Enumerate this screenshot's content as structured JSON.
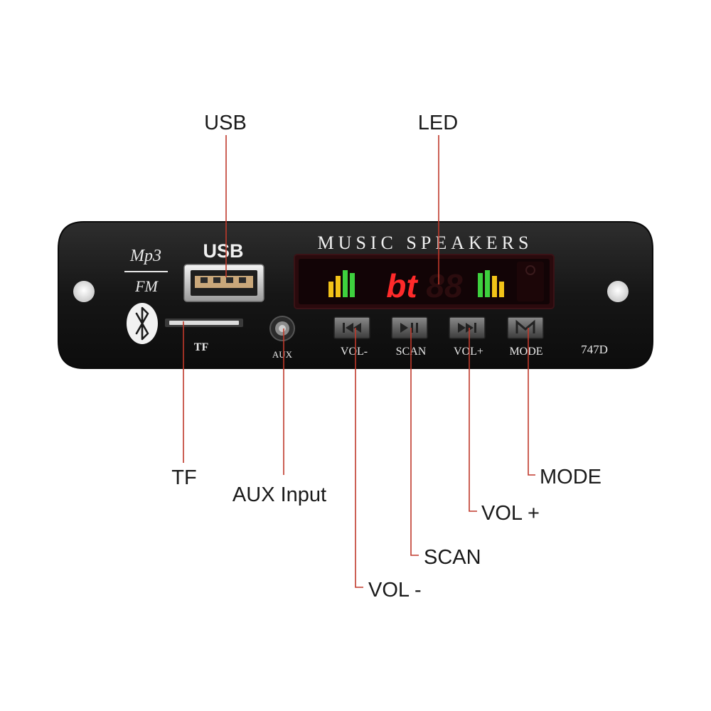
{
  "panel": {
    "brand": "MUSIC SPEAKERS",
    "logo_top": "Mp3",
    "logo_bottom": "FM",
    "usb_label": "USB",
    "tf_label": "TF",
    "aux_label": "AUX",
    "model": "747D",
    "display_text": "bt",
    "buttons": [
      {
        "label": "VOL-",
        "icon": "prev-icon"
      },
      {
        "label": "SCAN",
        "icon": "play-pause-icon"
      },
      {
        "label": "VOL+",
        "icon": "next-icon"
      },
      {
        "label": "MODE",
        "icon": "mode-icon"
      }
    ]
  },
  "callouts": {
    "usb": "USB",
    "led": "LED",
    "tf": "TF",
    "aux": "AUX Input",
    "mode": "MODE",
    "vol_plus": "VOL +",
    "scan": "SCAN",
    "vol_minus": "VOL -"
  },
  "colors": {
    "panel": "#1b1b1b",
    "leader_line": "#c0392b",
    "display_red": "#ff2a2a",
    "display_green": "#3ed13e",
    "display_yellow": "#f2c318"
  }
}
